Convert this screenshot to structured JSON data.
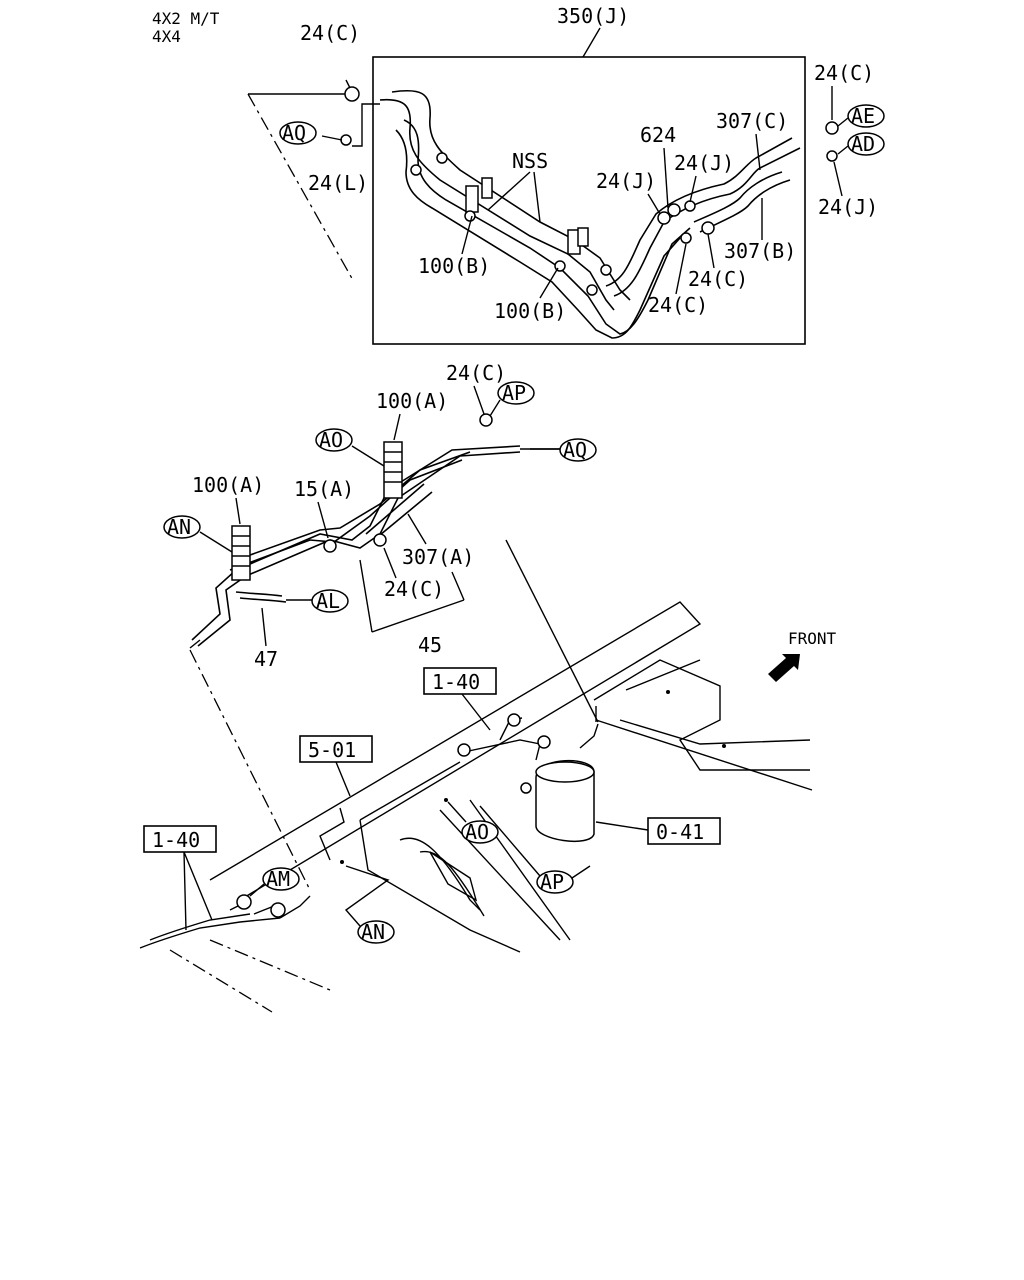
{
  "header": {
    "line1": "4X2 M/T",
    "line2": "4X4"
  },
  "detail_box": {
    "ref": "350(J)"
  },
  "callouts": {
    "c24c_top": "24(C)",
    "aq_top": "AQ",
    "c24l": "24(L)",
    "nss": "NSS",
    "c100b_1": "100(B)",
    "c100b_2": "100(B)",
    "c624": "624",
    "c24j_1": "24(J)",
    "c24j_2": "24(J)",
    "c307c": "307(C)",
    "c307b": "307(B)",
    "c24c_2": "24(C)",
    "c24c_3": "24(C)",
    "c24c_tr": "24(C)",
    "ae": "AE",
    "ad": "AD",
    "c24j_r": "24(J)",
    "c24c_mid": "24(C)",
    "ap_top": "AP",
    "c100a_top": "100(A)",
    "ao_top": "AO",
    "aq_mid": "AQ",
    "c100a_left": "100(A)",
    "c15a": "15(A)",
    "an_left": "AN",
    "c307a": "307(A)",
    "c24c_low": "24(C)",
    "al": "AL",
    "c47": "47",
    "c45": "45",
    "front": "FRONT",
    "ref_140_top": "1-40",
    "ref_501": "5-01",
    "ref_041": "0-41",
    "ref_140_left": "1-40",
    "ao_bottom": "AO",
    "ap_bottom": "AP",
    "am": "AM",
    "an_bottom": "AN"
  }
}
